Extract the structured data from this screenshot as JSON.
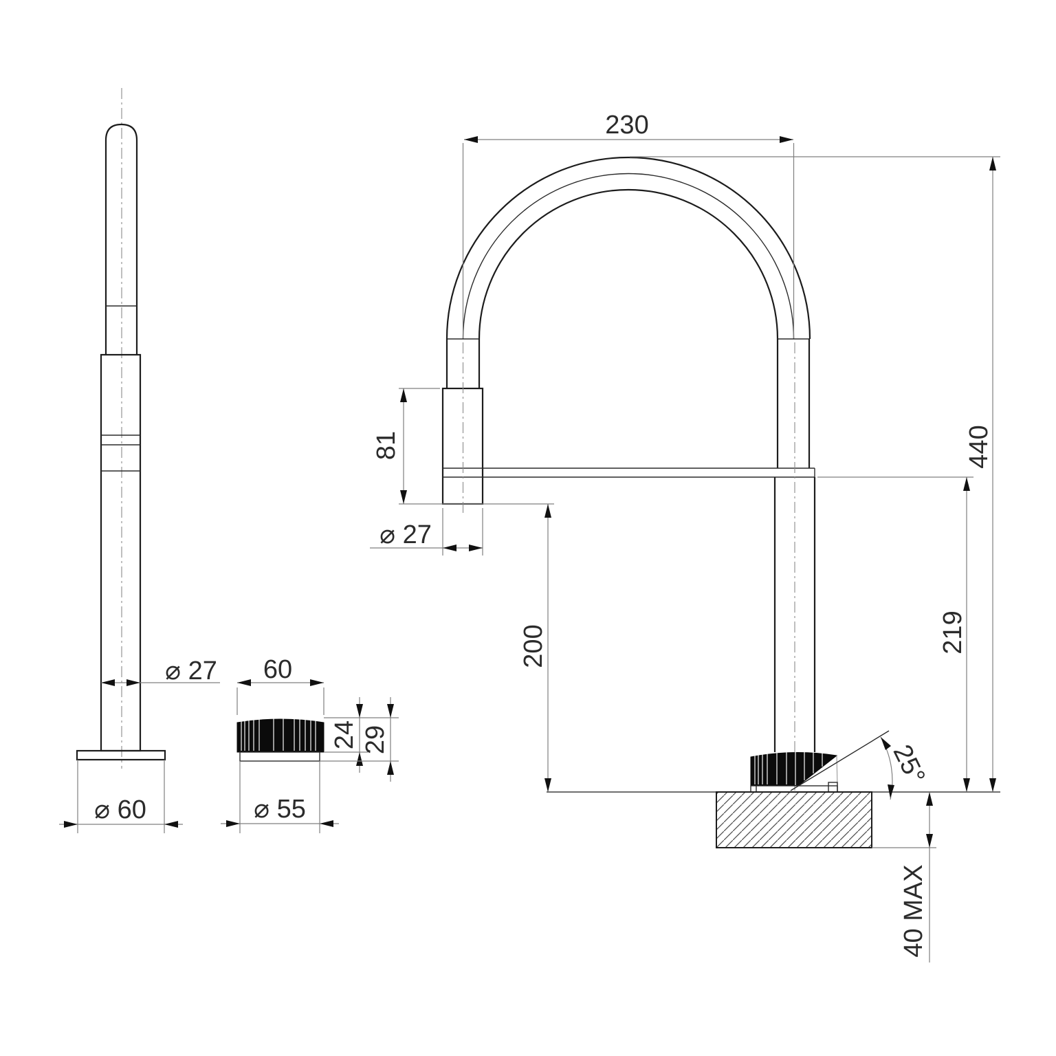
{
  "drawing": {
    "background": "#ffffff",
    "line_color": "#1c1c1c",
    "dim_color": "#7f7f7f",
    "views": {
      "spout_front_view": {
        "labels": {
          "tube_diameter": "⌀ 27",
          "base_diameter": "⌀ 60"
        }
      },
      "handle_detail_view": {
        "labels": {
          "width": "60",
          "knurl_height": "24",
          "overall_height": "29",
          "diameter": "⌀ 55"
        }
      },
      "side_elevation_view": {
        "labels": {
          "spout_reach": "230",
          "overall_height": "440",
          "spray_head_length": "81",
          "spray_head_diameter": "⌀ 27",
          "outlet_clearance": "200",
          "body_height": "219",
          "handle_angle": "25°",
          "deck_thickness": "40 MAX"
        }
      }
    }
  }
}
